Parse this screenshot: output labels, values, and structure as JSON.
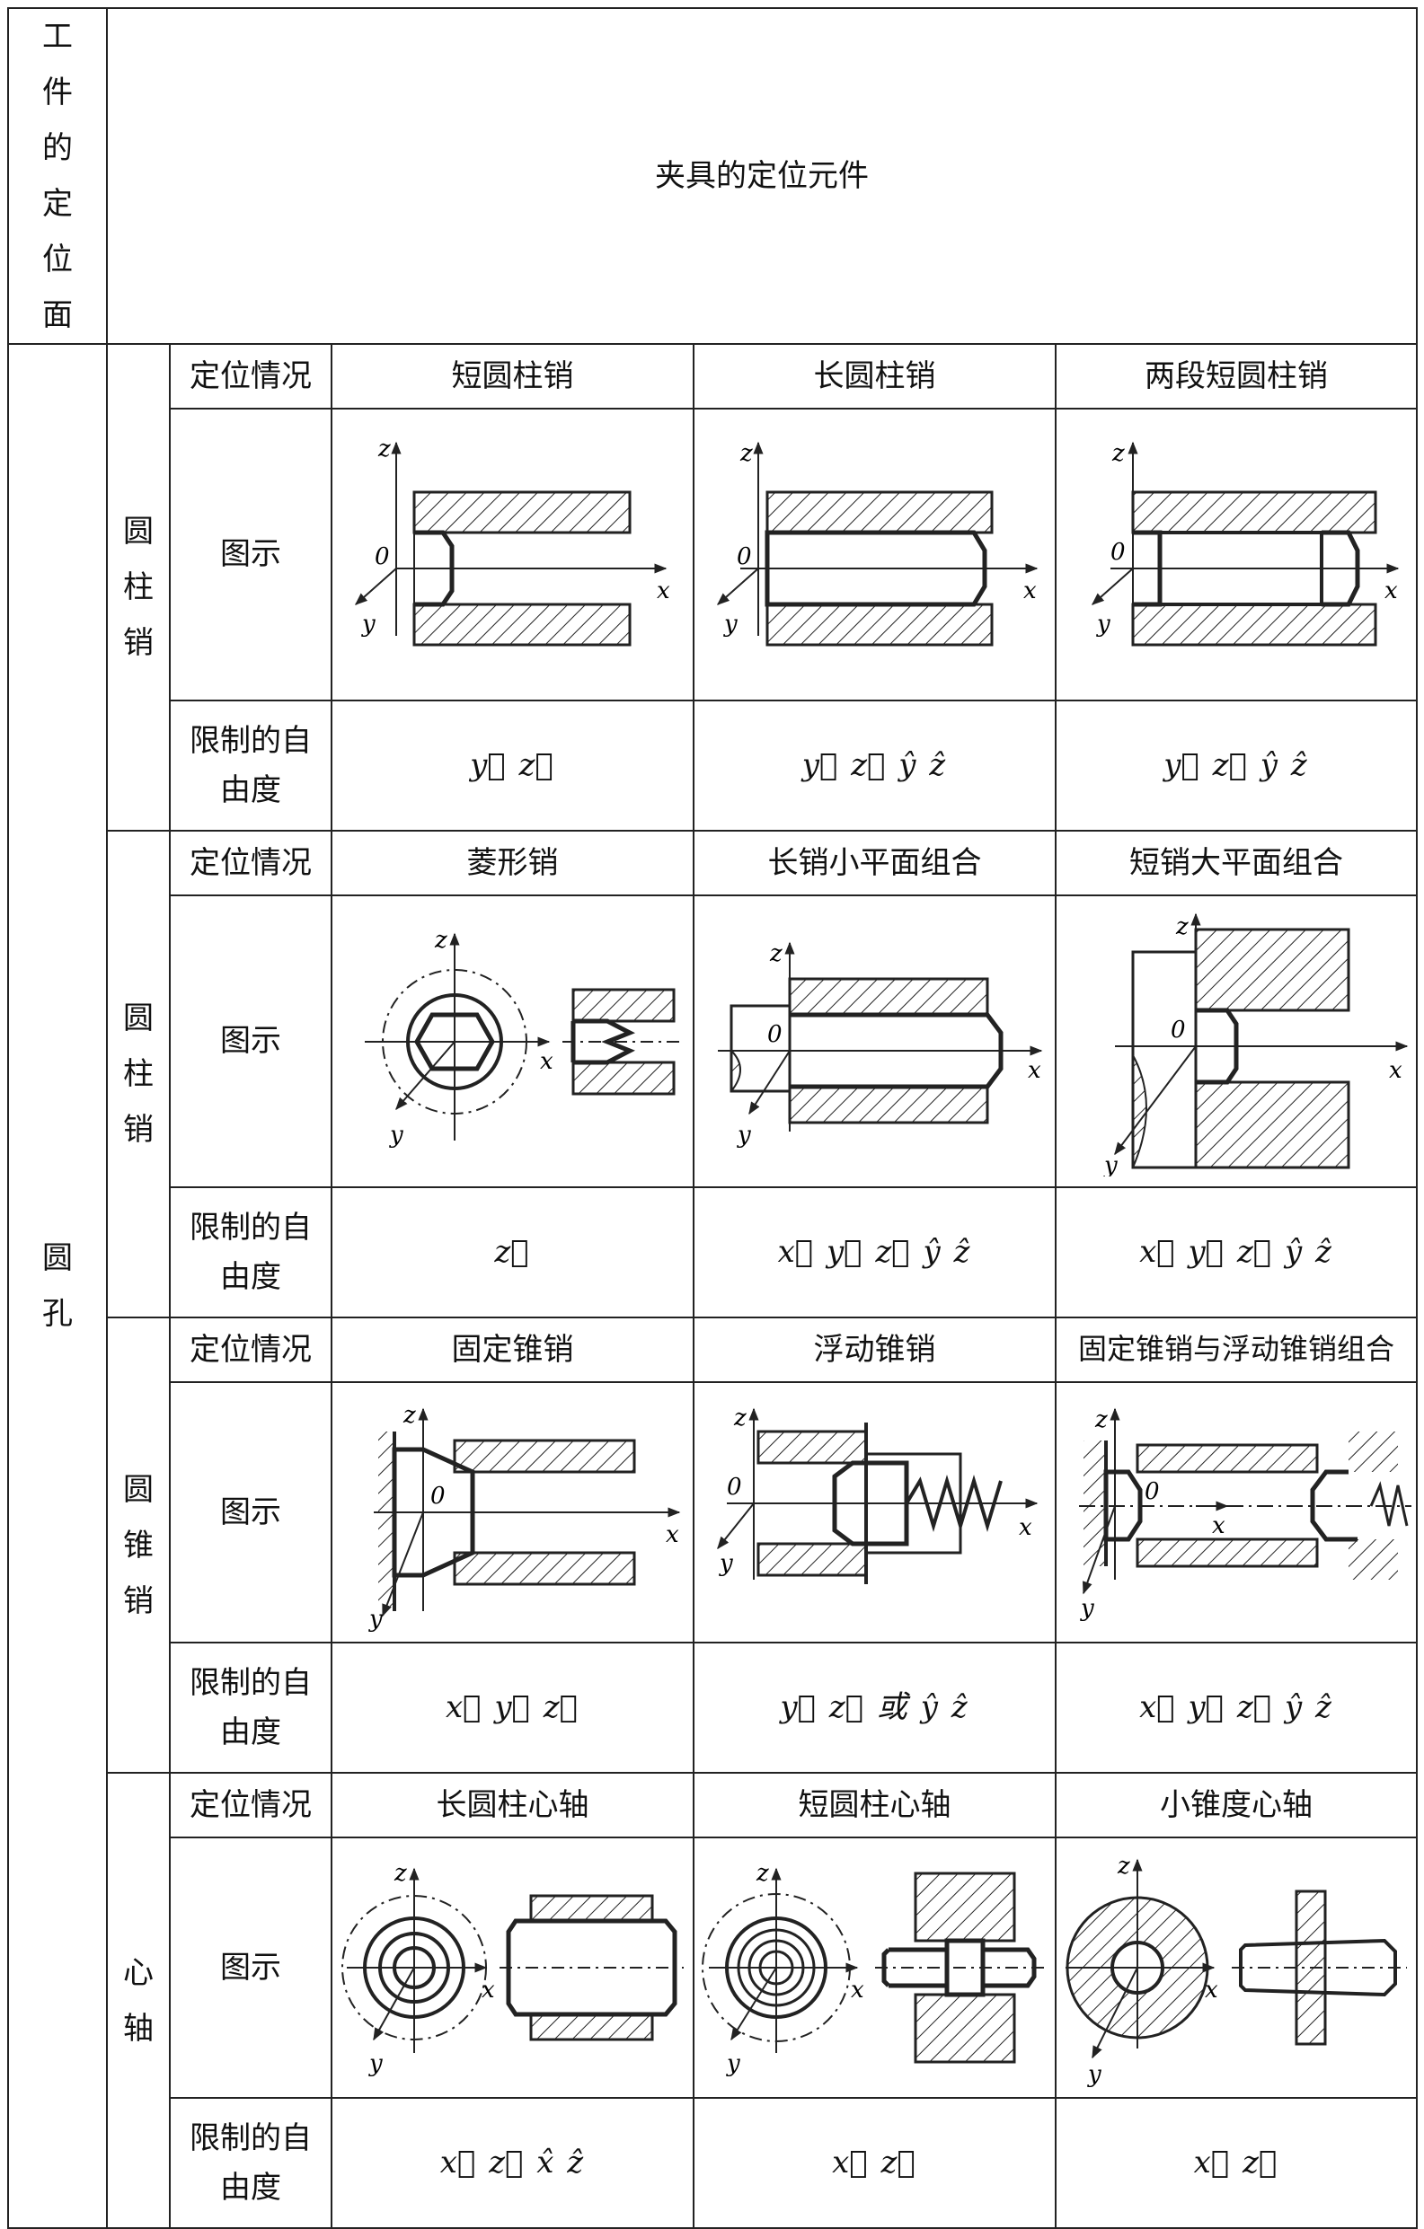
{
  "header": {
    "col1": "工件的定位面",
    "col2": "夹具的定位元件"
  },
  "row_headers": {
    "situation": "定位情况",
    "figure": "图示",
    "dof": "限制的自由度"
  },
  "surface": "圆孔",
  "groups": [
    {
      "name": "圆柱销",
      "items": [
        {
          "title": "短圆柱销",
          "dof": "y⃗ z⃗"
        },
        {
          "title": "长圆柱销",
          "dof": "y⃗ z⃗ ŷ ẑ"
        },
        {
          "title": "两段短圆柱销",
          "dof": "y⃗ z⃗ ŷ ẑ"
        }
      ]
    },
    {
      "name": "圆柱销",
      "items": [
        {
          "title": "菱形销",
          "dof": "z⃗"
        },
        {
          "title": "长销小平面组合",
          "dof": "x⃗ y⃗ z⃗ ŷ ẑ"
        },
        {
          "title": "短销大平面组合",
          "dof": "x⃗ y⃗ z⃗ ŷ ẑ"
        }
      ]
    },
    {
      "name": "圆锥销",
      "items": [
        {
          "title": "固定锥销",
          "dof": "x⃗ y⃗ z⃗"
        },
        {
          "title": "浮动锥销",
          "dof": "y⃗ z⃗ 或 ŷ ẑ"
        },
        {
          "title": "固定锥销与浮动锥销组合",
          "dof": "x⃗ y⃗ z⃗ ŷ ẑ"
        }
      ]
    },
    {
      "name": "心轴",
      "items": [
        {
          "title": "长圆柱心轴",
          "dof": "x⃗ z⃗ x̂ ẑ"
        },
        {
          "title": "短圆柱心轴",
          "dof": "x⃗ z⃗"
        },
        {
          "title": "小锥度心轴",
          "dof": "x⃗ z⃗"
        }
      ]
    }
  ],
  "axis_labels": {
    "x": "x",
    "y": "y",
    "z": "z",
    "o": "0"
  }
}
